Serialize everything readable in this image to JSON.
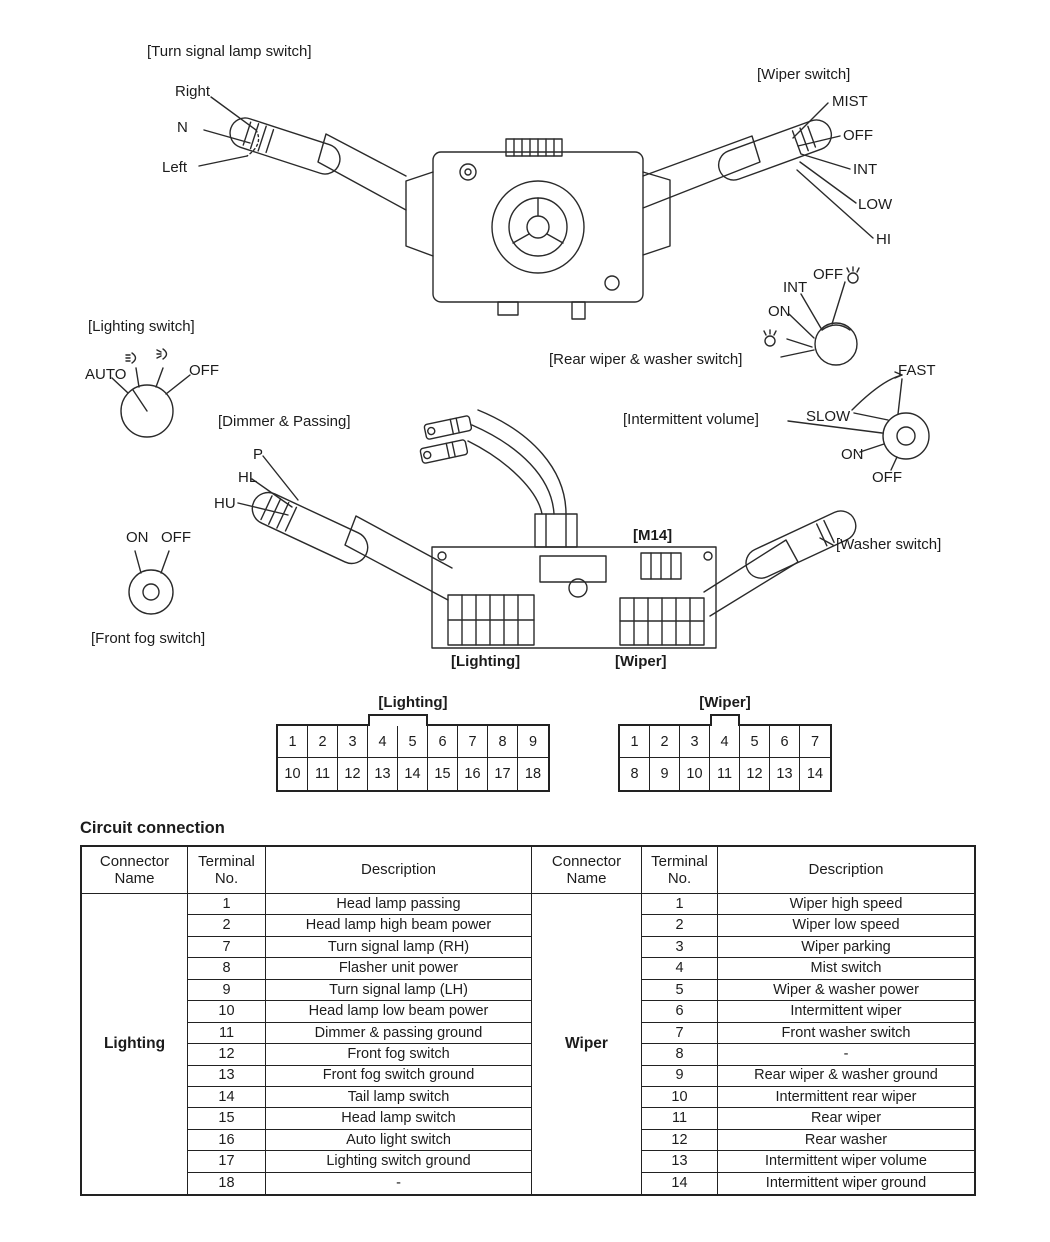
{
  "diagram": {
    "turn_signal": {
      "label": "[Turn signal lamp switch]",
      "positions": {
        "right": "Right",
        "n": "N",
        "left": "Left"
      }
    },
    "wiper_switch": {
      "label": "[Wiper switch]",
      "positions": {
        "mist": "MIST",
        "off": "OFF",
        "int": "INT",
        "low": "LOW",
        "hi": "HI"
      }
    },
    "lighting_switch": {
      "label": "[Lighting switch]",
      "positions": {
        "auto": "AUTO",
        "off": "OFF"
      }
    },
    "rear_wiper": {
      "label": "[Rear wiper & washer switch]",
      "positions": {
        "int": "INT",
        "off": "OFF",
        "on": "ON"
      }
    },
    "intermittent": {
      "label": "[Intermittent volume]",
      "positions": {
        "fast": "FAST",
        "slow": "SLOW",
        "on": "ON",
        "off": "OFF"
      }
    },
    "dimmer": {
      "label": "[Dimmer & Passing]",
      "positions": {
        "p": "P",
        "hl": "HL",
        "hu": "HU"
      }
    },
    "front_fog": {
      "label": "[Front fog switch]",
      "positions": {
        "on": "ON",
        "off": "OFF"
      }
    },
    "washer": {
      "label": "[Washer switch]"
    },
    "m14": {
      "label": "[M14]"
    },
    "lighting_tag": "[Lighting]",
    "wiper_tag": "[Wiper]"
  },
  "icons": {
    "washer_spray_icon": "washer-spray",
    "parking_lamp_icon": "parking-lamp",
    "headlamp_icon": "headlamp"
  },
  "pinouts": {
    "lighting": {
      "title": "[Lighting]",
      "row1": [
        "1",
        "2",
        "3",
        "4",
        "5",
        "6",
        "7",
        "8",
        "9"
      ],
      "row2": [
        "10",
        "11",
        "12",
        "13",
        "14",
        "15",
        "16",
        "17",
        "18"
      ]
    },
    "wiper": {
      "title": "[Wiper]",
      "row1": [
        "1",
        "2",
        "3",
        "4",
        "5",
        "6",
        "7"
      ],
      "row2": [
        "8",
        "9",
        "10",
        "11",
        "12",
        "13",
        "14"
      ]
    }
  },
  "circuit": {
    "title": "Circuit connection",
    "headers": {
      "connector": "Connector Name",
      "terminal": "Terminal No.",
      "description": "Description"
    },
    "lighting": {
      "name": "Lighting",
      "rows": [
        {
          "no": "1",
          "desc": "Head lamp passing"
        },
        {
          "no": "2",
          "desc": "Head lamp high beam power"
        },
        {
          "no": "7",
          "desc": "Turn signal lamp (RH)"
        },
        {
          "no": "8",
          "desc": "Flasher unit power"
        },
        {
          "no": "9",
          "desc": "Turn signal lamp (LH)"
        },
        {
          "no": "10",
          "desc": "Head lamp low beam power"
        },
        {
          "no": "11",
          "desc": "Dimmer & passing ground"
        },
        {
          "no": "12",
          "desc": "Front fog switch"
        },
        {
          "no": "13",
          "desc": "Front fog switch ground"
        },
        {
          "no": "14",
          "desc": "Tail lamp switch"
        },
        {
          "no": "15",
          "desc": "Head lamp switch"
        },
        {
          "no": "16",
          "desc": "Auto light switch"
        },
        {
          "no": "17",
          "desc": "Lighting switch ground"
        },
        {
          "no": "18",
          "desc": "-"
        }
      ]
    },
    "wiper": {
      "name": "Wiper",
      "rows": [
        {
          "no": "1",
          "desc": "Wiper high speed"
        },
        {
          "no": "2",
          "desc": "Wiper low speed"
        },
        {
          "no": "3",
          "desc": "Wiper parking"
        },
        {
          "no": "4",
          "desc": "Mist switch"
        },
        {
          "no": "5",
          "desc": "Wiper & washer power"
        },
        {
          "no": "6",
          "desc": "Intermittent wiper"
        },
        {
          "no": "7",
          "desc": "Front washer switch"
        },
        {
          "no": "8",
          "desc": "-"
        },
        {
          "no": "9",
          "desc": "Rear wiper & washer ground"
        },
        {
          "no": "10",
          "desc": "Intermittent rear wiper"
        },
        {
          "no": "11",
          "desc": "Rear wiper"
        },
        {
          "no": "12",
          "desc": "Rear washer"
        },
        {
          "no": "13",
          "desc": "Intermittent wiper volume"
        },
        {
          "no": "14",
          "desc": "Intermittent wiper ground"
        }
      ]
    }
  }
}
